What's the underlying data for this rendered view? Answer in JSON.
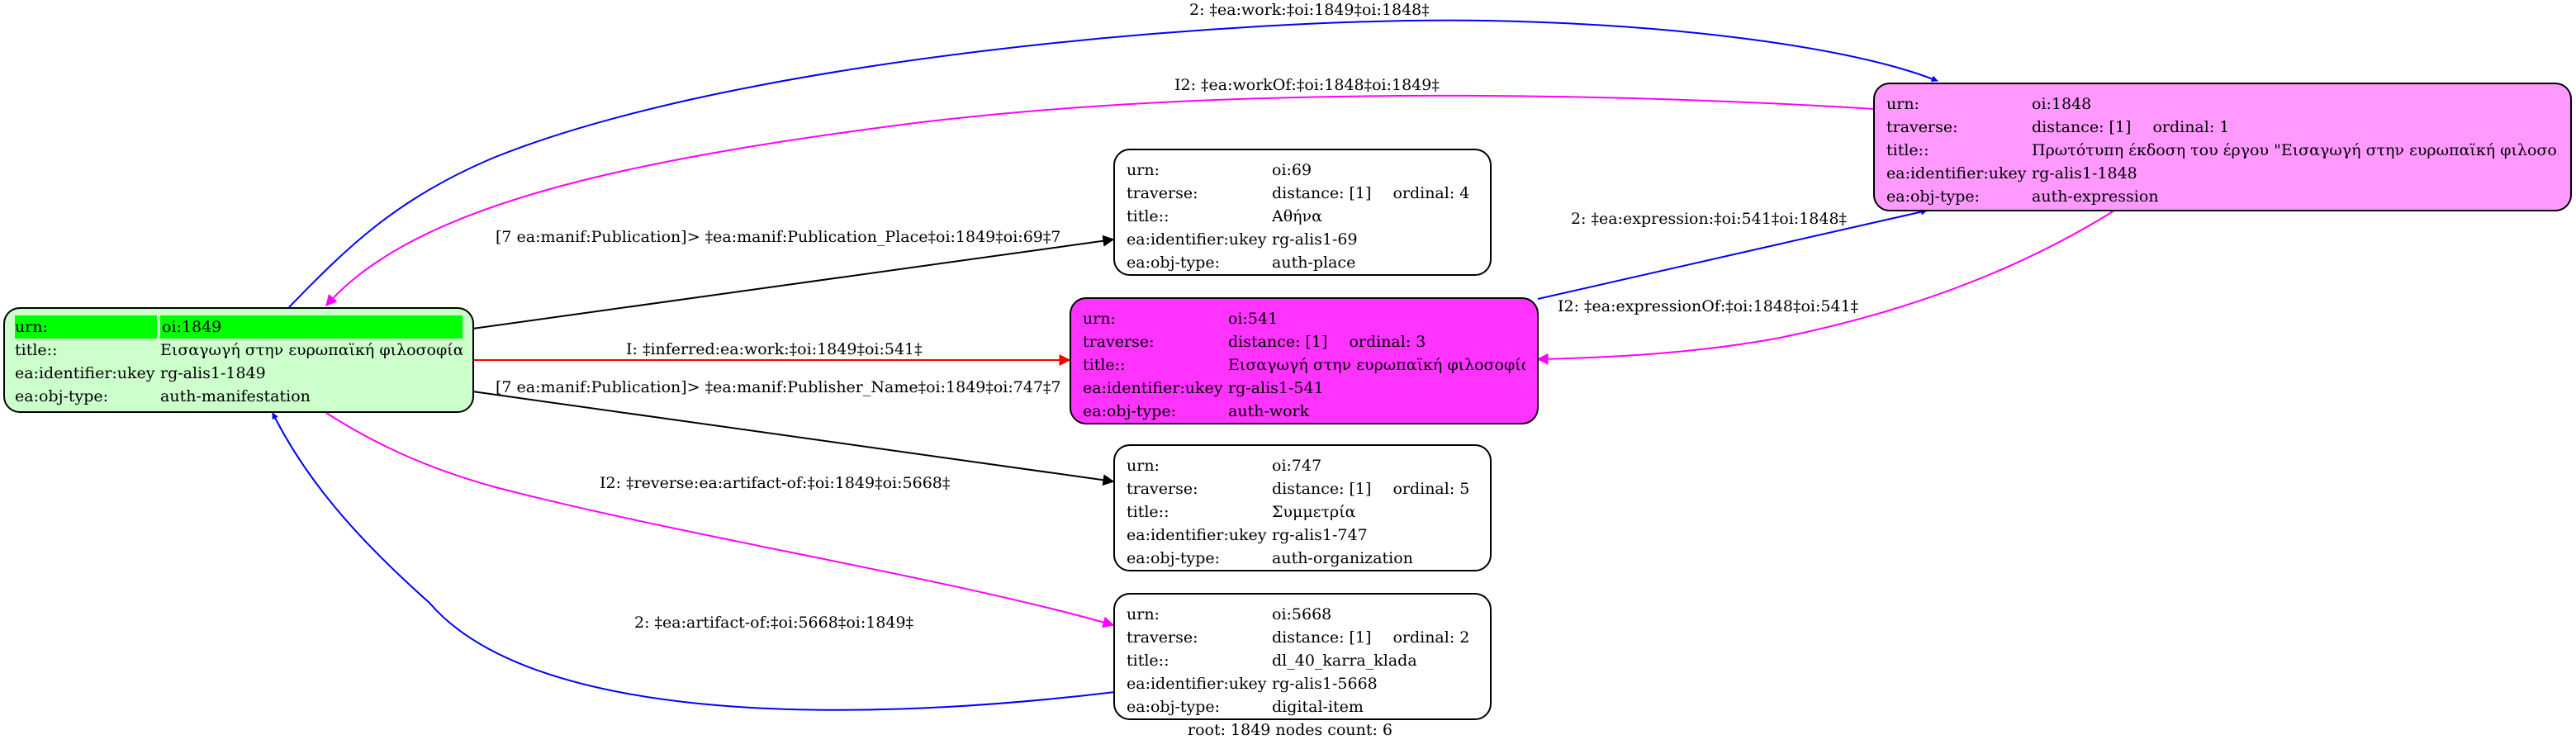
{
  "nodes": {
    "n1849": {
      "fill": "#ccffcc",
      "highlight": "#00ff00",
      "urn_key": "urn:",
      "urn": "oi:1849",
      "title_key": "title::",
      "title": "Εισαγωγή στην ευρωπαϊκή φιλοσοφία",
      "ukey_key": "ea:identifier:ukey",
      "ukey": "rg-alis1-1849",
      "type_key": "ea:obj-type:",
      "type": "auth-manifestation"
    },
    "n1848": {
      "fill": "#ff99ff",
      "urn_key": "urn:",
      "urn": "oi:1848",
      "traverse_key": "traverse:",
      "distance": "distance: [1]",
      "ordinal": "ordinal: 1",
      "title_key": "title::",
      "title": "Πρωτότυπη έκδοση του έργου \"Εισαγωγή στην ευρωπαϊκή φιλοσο...",
      "ukey_key": "ea:identifier:ukey",
      "ukey": "rg-alis1-1848",
      "type_key": "ea:obj-type:",
      "type": "auth-expression"
    },
    "n69": {
      "fill": "#ffffff",
      "urn_key": "urn:",
      "urn": "oi:69",
      "traverse_key": "traverse:",
      "distance": "distance: [1]",
      "ordinal": "ordinal: 4",
      "title_key": "title::",
      "title": "Αθήνα",
      "ukey_key": "ea:identifier:ukey",
      "ukey": "rg-alis1-69",
      "type_key": "ea:obj-type:",
      "type": "auth-place"
    },
    "n541": {
      "fill": "#ff33ff",
      "urn_key": "urn:",
      "urn": "oi:541",
      "traverse_key": "traverse:",
      "distance": "distance: [1]",
      "ordinal": "ordinal: 3",
      "title_key": "title::",
      "title": "Εισαγωγή στην ευρωπαϊκή φιλοσοφία",
      "ukey_key": "ea:identifier:ukey",
      "ukey": "rg-alis1-541",
      "type_key": "ea:obj-type:",
      "type": "auth-work"
    },
    "n747": {
      "fill": "#ffffff",
      "urn_key": "urn:",
      "urn": "oi:747",
      "traverse_key": "traverse:",
      "distance": "distance: [1]",
      "ordinal": "ordinal: 5",
      "title_key": "title::",
      "title": "Συμμετρία",
      "ukey_key": "ea:identifier:ukey",
      "ukey": "rg-alis1-747",
      "type_key": "ea:obj-type:",
      "type": "auth-organization"
    },
    "n5668": {
      "fill": "#ffffff",
      "urn_key": "urn:",
      "urn": "oi:5668",
      "traverse_key": "traverse:",
      "distance": "distance: [1]",
      "ordinal": "ordinal: 2",
      "title_key": "title::",
      "title": "dl_40_karra_klada",
      "ukey_key": "ea:identifier:ukey",
      "ukey": "rg-alis1-5668",
      "type_key": "ea:obj-type:",
      "type": "digital-item"
    }
  },
  "edges": {
    "work": {
      "label": "2: ‡ea:work:‡oi:1849‡oi:1848‡",
      "color": "#0000ff"
    },
    "work_of": {
      "label": "I2: ‡ea:workOf:‡oi:1848‡oi:1849‡",
      "color": "#ff00ff"
    },
    "place": {
      "label": "[7 ea:manif:Publication]> ‡ea:manif:Publication_Place‡oi:1849‡oi:69‡7",
      "color": "#000000"
    },
    "inferred": {
      "label": "I: ‡inferred:ea:work:‡oi:1849‡oi:541‡",
      "color": "#ff0000"
    },
    "publisher": {
      "label": "[7 ea:manif:Publication]> ‡ea:manif:Publisher_Name‡oi:1849‡oi:747‡7",
      "color": "#000000"
    },
    "reverse_artifact": {
      "label": "I2: ‡reverse:ea:artifact-of:‡oi:1849‡oi:5668‡",
      "color": "#ff00ff"
    },
    "artifact_of": {
      "label": "2: ‡ea:artifact-of:‡oi:5668‡oi:1849‡",
      "color": "#0000ff"
    },
    "expression": {
      "label": "2: ‡ea:expression:‡oi:541‡oi:1848‡",
      "color": "#0000ff"
    },
    "expression_of": {
      "label": "I2: ‡ea:expressionOf:‡oi:1848‡oi:541‡",
      "color": "#ff00ff"
    }
  },
  "footer": "root: 1849 nodes count: 6"
}
